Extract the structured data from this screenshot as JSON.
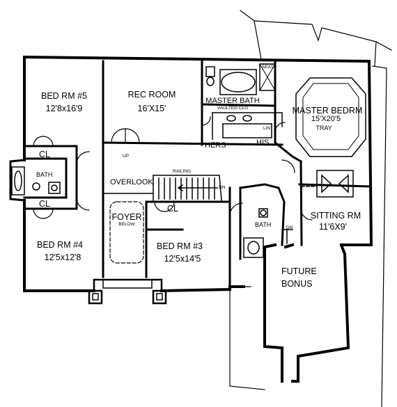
{
  "rooms": {
    "bed5": {
      "name": "BED RM #5",
      "size": "12'8x16'9"
    },
    "rec": {
      "name": "REC ROOM",
      "size": "16'X15'"
    },
    "master_bath": {
      "name": "MASTER BATH",
      "note": "VAULTED CLG"
    },
    "seat": "SEAT",
    "lin_bath": "LIN",
    "hers": "HERS",
    "his": "HIS",
    "master_bed": {
      "name": "MASTER BEDRM",
      "size": "15'X20'5",
      "note": "TRAY"
    },
    "cl_upper": "CL",
    "bath_left": "BATH",
    "cl_lower": "CL",
    "overlook": "OVERLOOK",
    "railing": "RAILING",
    "dn_stair": "DN",
    "up": "UP",
    "foyer": {
      "name": "FOYER",
      "note": "BELOW"
    },
    "cl_bed3": "CL",
    "bath_mid": "BATH",
    "dn_sitting": "DN",
    "sitting": {
      "name": "SITTING RM",
      "size": "11'6X9'"
    },
    "bed4": {
      "name": "BED RM #4",
      "size": "12'5x12'8"
    },
    "bed3": {
      "name": "BED RM #3",
      "size": "12'5x14'5"
    },
    "bonus": {
      "name": "FUTURE",
      "name2": "BONUS"
    }
  }
}
